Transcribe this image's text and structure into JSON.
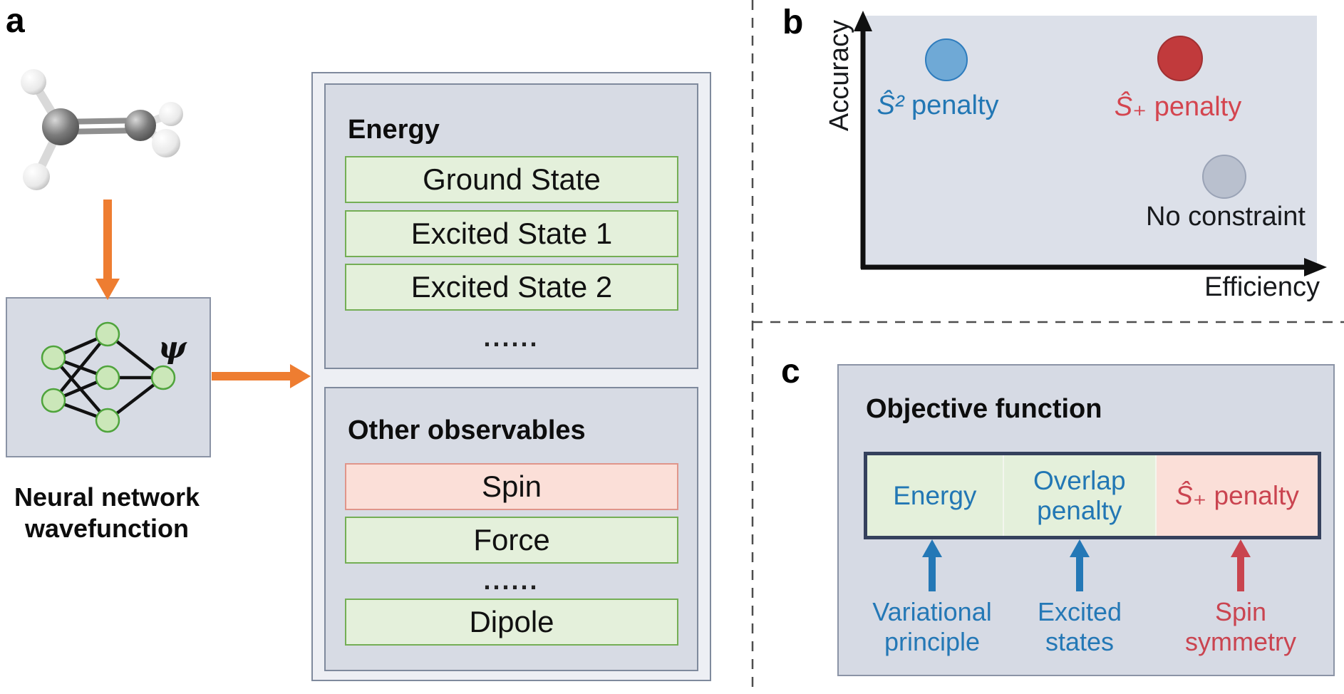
{
  "figure": {
    "panel_a_label": "a",
    "panel_b_label": "b",
    "panel_c_label": "c"
  },
  "panel_a": {
    "psi": "ψ",
    "caption_line1": "Neural network",
    "caption_line2": "wavefunction",
    "energy": {
      "heading": "Energy",
      "items": [
        "Ground State",
        "Excited State 1",
        "Excited State 2"
      ],
      "ellipsis": "......"
    },
    "observables": {
      "heading": "Other observables",
      "items": [
        "Spin",
        "Force",
        "Dipole"
      ],
      "ellipsis": "......"
    }
  },
  "panel_b": {
    "y_axis_label": "Accuracy",
    "x_axis_label": "Efficiency",
    "points": [
      {
        "symbol": "Ŝ²",
        "word": "penalty",
        "color": "#2277b4",
        "marker": "blue-circle"
      },
      {
        "symbol": "Ŝ₊",
        "word": "penalty",
        "color": "#d4454f",
        "marker": "red-circle"
      },
      {
        "label": "No constraint",
        "color": "#17191c",
        "marker": "gray-circle"
      }
    ]
  },
  "panel_c": {
    "heading": "Objective function",
    "segments": {
      "s1": "Energy",
      "s2_line1": "Overlap",
      "s2_line2": "penalty",
      "s3_symbol": "Ŝ₊",
      "s3_word": "penalty"
    },
    "arrows": [
      {
        "line1": "Variational",
        "line2": "principle",
        "color": "#2478b6"
      },
      {
        "line1": "Excited",
        "line2": "states",
        "color": "#2478b6"
      },
      {
        "line1": "Spin",
        "line2": "symmetry",
        "color": "#ca4450"
      }
    ]
  },
  "colors": {
    "orange_arrow": "#ee7d31",
    "blue": "#2277b4",
    "red": "#ca4450",
    "green_fill": "#e4f0db",
    "pink_fill": "#fbdfd8",
    "panel_gray": "#d7dbe4",
    "navy_border": "#35415d"
  }
}
